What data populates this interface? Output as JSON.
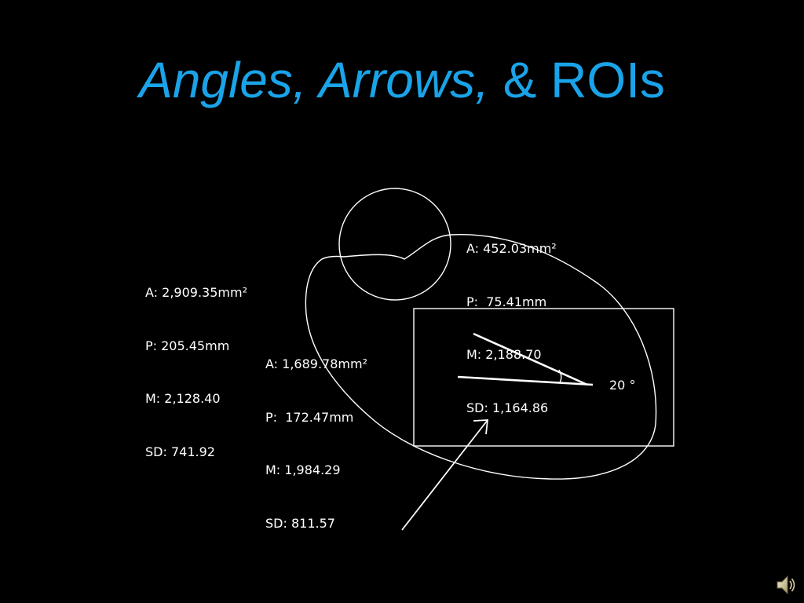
{
  "slide": {
    "title_italic": "Angles, Arrows,",
    "title_plain": " & ROIs"
  },
  "measurements": {
    "large_roi": {
      "area": "A: 2,909.35mm²",
      "perimeter": "P: 205.45mm",
      "mean": "M: 2,128.40",
      "sd": "SD: 741.92"
    },
    "circle_roi": {
      "area": "A: 452.03mm²",
      "perimeter": "P:  75.41mm",
      "mean": "M: 2,188.70",
      "sd": "SD: 1,164.86"
    },
    "inner_roi": {
      "area": "A: 1,689.78mm²",
      "perimeter": "P:  172.47mm",
      "mean": "M: 1,984.29",
      "sd": "SD: 811.57"
    }
  },
  "angle": {
    "label": "20 °"
  },
  "colors": {
    "title": "#1aa3e8",
    "annotation": "#ffffff",
    "background": "#000000"
  },
  "icons": {
    "audio": "speaker-icon"
  }
}
